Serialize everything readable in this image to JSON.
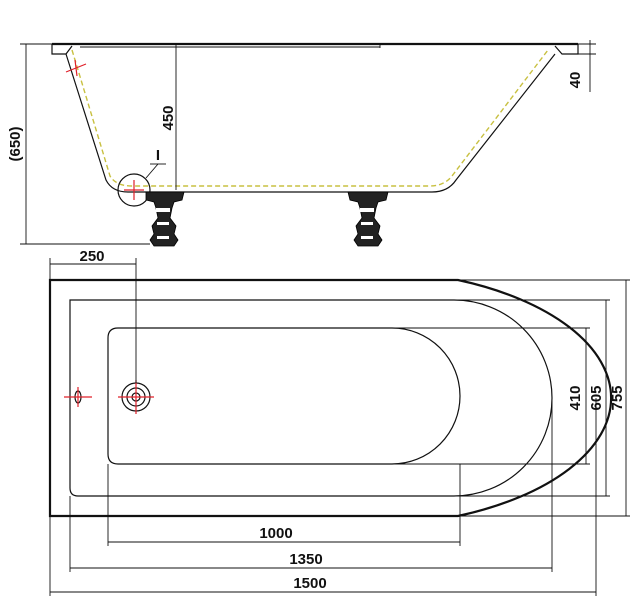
{
  "side_view": {
    "dim_depth": "450",
    "dim_total_height": "(650)",
    "dim_rim": "40",
    "detail_marker": "I"
  },
  "plan_view": {
    "dim_drain_offset": "250",
    "dim_inner_length": "1000",
    "dim_mid_length": "1350",
    "dim_overall_length": "1500",
    "dim_inner_width": "410",
    "dim_mid_width": "605",
    "dim_overall_width": "755"
  },
  "colors": {
    "outline": "#111111",
    "hidden": "#c8c040",
    "center": "#e0202a"
  }
}
